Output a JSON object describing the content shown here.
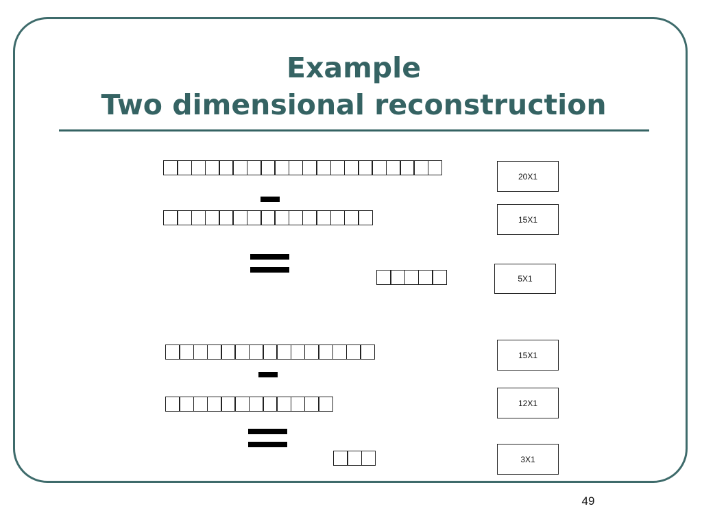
{
  "slide": {
    "title_line1": "Example",
    "title_line2": "Two dimensional reconstruction",
    "page_number": "49",
    "accent_color": "#356363"
  },
  "group1": {
    "row1": {
      "cells": 20,
      "label": "20X1"
    },
    "row2": {
      "cells": 15,
      "label": "15X1"
    },
    "result": {
      "cells": 5,
      "label": "5X1"
    }
  },
  "group2": {
    "row1": {
      "cells": 15,
      "label": "15X1"
    },
    "row2": {
      "cells": 12,
      "label": "12X1"
    },
    "result": {
      "cells": 3,
      "label": "3X1"
    }
  }
}
